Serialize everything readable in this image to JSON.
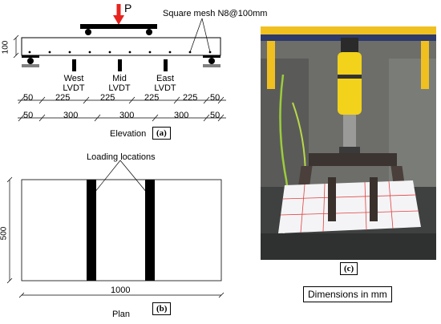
{
  "elevation": {
    "load_label": "P",
    "mesh_label": "Square mesh N8@100mm",
    "depth_label": "100",
    "lvdt_labels": [
      {
        "line1": "West",
        "line2": "LVDT"
      },
      {
        "line1": "Mid",
        "line2": "LVDT"
      },
      {
        "line1": "East",
        "line2": "LVDT"
      }
    ],
    "dim_row1": [
      "50",
      "225",
      "225",
      "225",
      "225",
      "50"
    ],
    "dim_row2": [
      "50",
      "300",
      "300",
      "300",
      "50"
    ],
    "caption": "Elevation",
    "tag": "(a)"
  },
  "plan": {
    "loading_label": "Loading locations",
    "width_label": "500",
    "length_label": "1000",
    "caption": "Plan",
    "tag": "(b)"
  },
  "photo": {
    "tag": "(c)"
  },
  "units_note": "Dimensions in mm",
  "colors": {
    "load_arrow": "#e8231e",
    "jack": "#f2d21a",
    "frame": "#f0c020",
    "foam": "#f4f4f6",
    "grid_lines": "#e04040",
    "green_cable": "#9ccc3c"
  }
}
